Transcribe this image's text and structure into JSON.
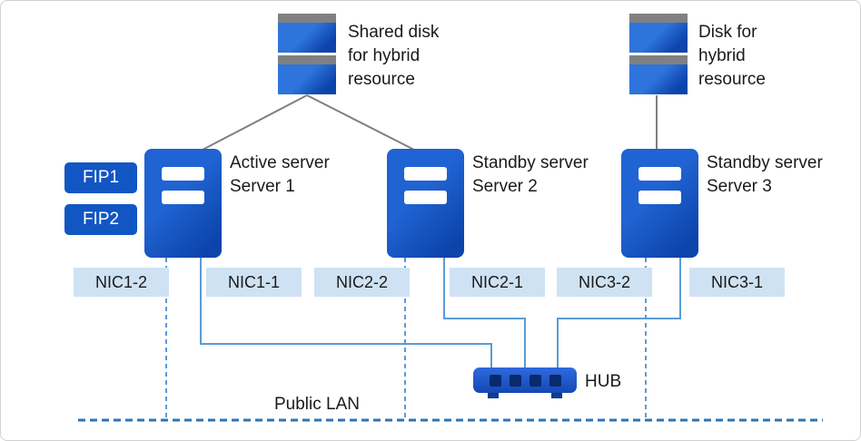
{
  "colors": {
    "server_blue_light": "#2063d2",
    "server_blue_dark": "#0c44ab",
    "fip_blue": "#1256c4",
    "nic_bg": "#cfe2f3",
    "connector_blue": "#5b9bd5",
    "lan_line_blue": "#2e75b6",
    "gray_line": "#7f7f7f",
    "disk_cap_gray": "#808080",
    "hub_blue": "#1e5bd6",
    "hub_port_navy": "#0a2a6e"
  },
  "disks": [
    {
      "label": "Shared disk\nfor hybrid\nresource"
    },
    {
      "label": "Disk for\nhybrid\nresource"
    }
  ],
  "servers": [
    {
      "label": "Active server\nServer 1"
    },
    {
      "label": "Standby server\nServer 2"
    },
    {
      "label": "Standby server\nServer 3"
    }
  ],
  "fip_labels": [
    "FIP1",
    "FIP2"
  ],
  "nic_labels": [
    "NIC1-2",
    "NIC1-1",
    "NIC2-2",
    "NIC2-1",
    "NIC3-2",
    "NIC3-1"
  ],
  "hub_label": "HUB",
  "public_lan_label": "Public LAN"
}
